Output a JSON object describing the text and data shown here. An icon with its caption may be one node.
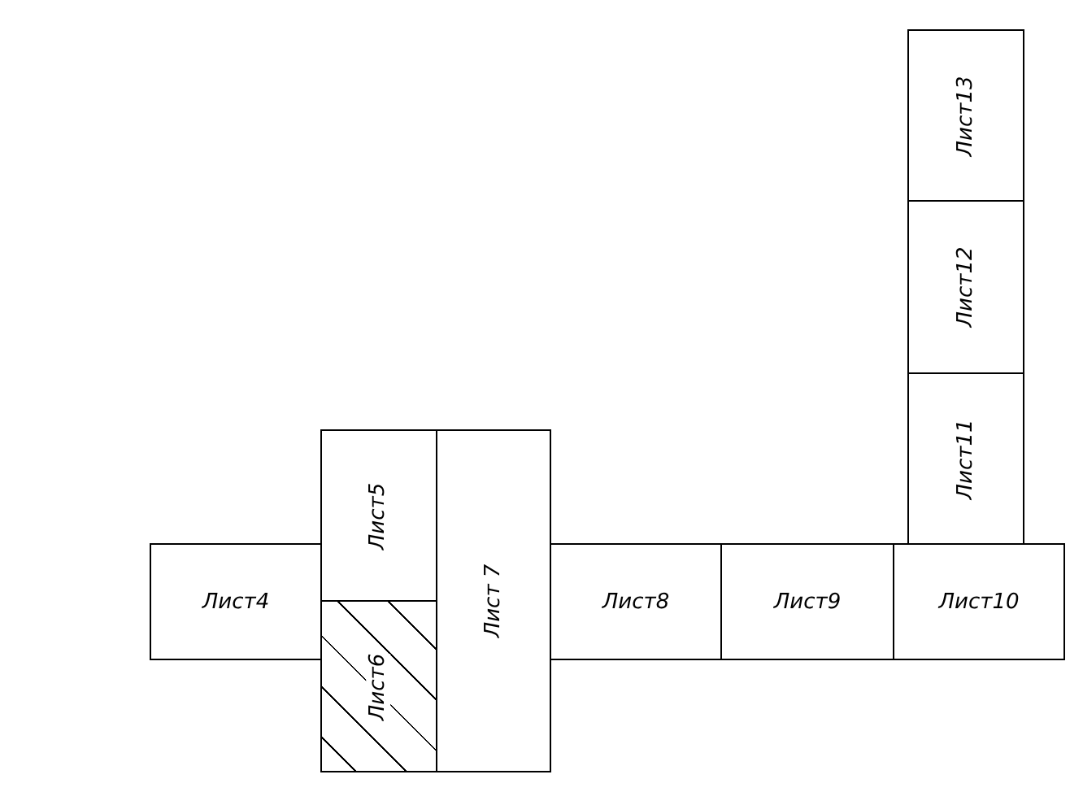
{
  "diagram": {
    "nodes": [
      {
        "text": [
          "Лист4"
        ]
      },
      {
        "text": [
          "Лист5"
        ]
      },
      {
        "text": [
          "Лист6"
        ]
      },
      {
        "text": [
          "Лист 7"
        ]
      },
      {
        "text": [
          "Лист8"
        ]
      },
      {
        "text": [
          "Лист9"
        ]
      },
      {
        "text": [
          "Лист10"
        ]
      },
      {
        "text": [
          "Лист11"
        ]
      },
      {
        "text": [
          "Лист12"
        ]
      },
      {
        "text": [
          "Лист13"
        ]
      }
    ]
  }
}
